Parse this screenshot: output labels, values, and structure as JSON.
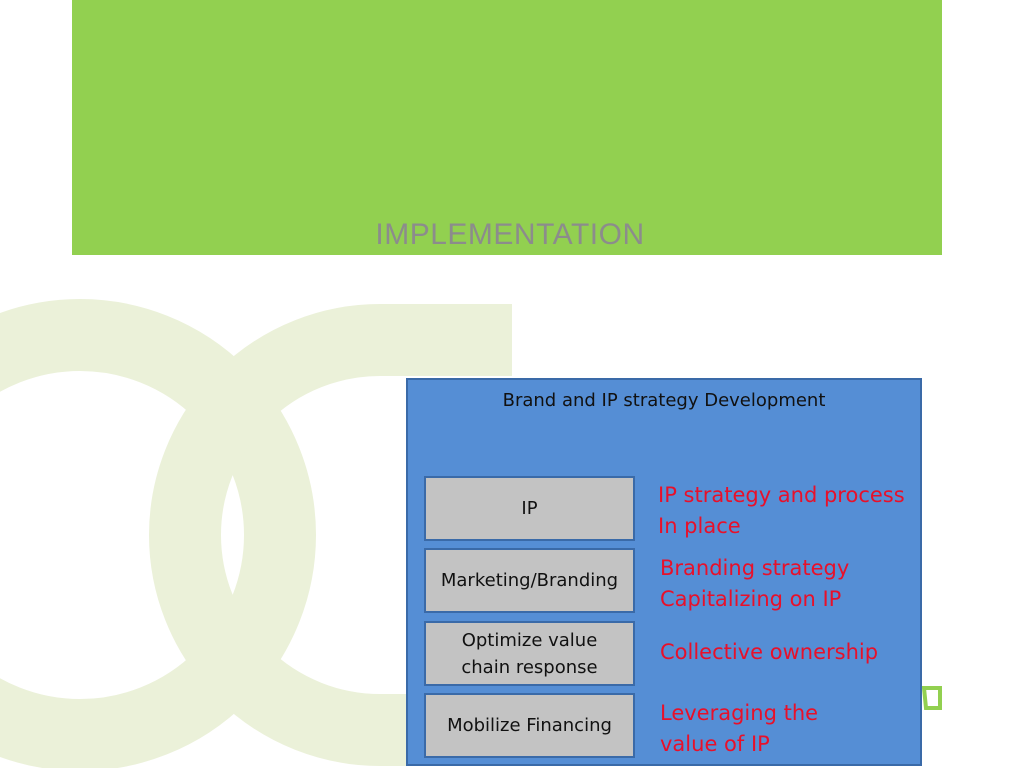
{
  "header": {
    "title": "IMPLEMENTATION"
  },
  "diagram": {
    "title": "Brand and IP strategy Development",
    "steps": [
      {
        "label_lines": [
          "IP"
        ],
        "outcome_lines": [
          "IP strategy and process",
          "In place"
        ]
      },
      {
        "label_lines": [
          "Marketing/Branding"
        ],
        "outcome_lines": [
          "Branding strategy",
          "Capitalizing on IP"
        ]
      },
      {
        "label_lines": [
          "Optimize value",
          "chain response"
        ],
        "outcome_lines": [
          "Collective ownership"
        ]
      },
      {
        "label_lines": [
          "Mobilize Financing"
        ],
        "outcome_lines": [
          "Leveraging the",
          "value of IP"
        ]
      }
    ]
  },
  "colors": {
    "banner": "#92d050",
    "banner_text": "#8c8c8c",
    "watermark": "#ebf1d9",
    "watermark_accent": "#92d050",
    "diagram_background": "#558ed5",
    "step_box": "#c3c3c3",
    "outcome_text": "#e8102a"
  }
}
